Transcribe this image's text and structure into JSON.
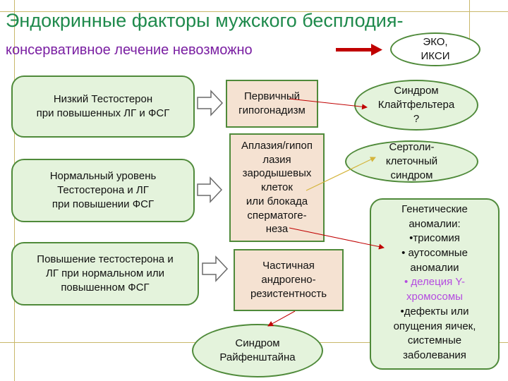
{
  "title": "Эндокринные факторы мужского бесплодия-",
  "subtitle": "консервативное лечение невозможно",
  "eko": "ЭКО,\nИКСИ",
  "left_boxes": [
    {
      "text": "Низкий Тестостерон\nпри повышенных ЛГ и ФСГ"
    },
    {
      "text": "Нормальный уровень\nТестостерона и ЛГ\nпри повышении ФСГ"
    },
    {
      "text": "Повышение тестостерона и\nЛГ при нормальном или\nповышенном ФСГ"
    }
  ],
  "mid_boxes": [
    {
      "text": "Первичный\nгипогонадизм"
    },
    {
      "text": "Аплазия/гипоп\nлазия\nзародышевых\nклеток\nили блокада\nсперматоге-\nнеза"
    },
    {
      "text": "Частичная\nандрогено-\nрезистентность"
    }
  ],
  "ovals": [
    {
      "text": "Синдром\nКлайтфельтера\n?"
    },
    {
      "text": "Сертоли-\nклеточный\nсиндром"
    },
    {
      "text": "Синдром\nРайфенштайна"
    }
  ],
  "genetic": {
    "title": "Генетические\nаномалии:",
    "items": [
      {
        "text": "•трисомия",
        "highlight": false
      },
      {
        "text": "• аутосомные\nаномалии",
        "highlight": false
      },
      {
        "text": "• делеция Y-\nхромосомы",
        "highlight": true
      },
      {
        "text": "•дефекты или\nопущения яичек,\nсистемные\nзаболевания",
        "highlight": false
      }
    ]
  },
  "colors": {
    "title": "#1f8a4c",
    "subtitle": "#7a1fa2",
    "box_fill_green": "#e4f3dc",
    "box_fill_tan": "#f5e2d2",
    "border": "#4f8a3a",
    "red_arrow": "#c00000",
    "highlight": "#b44be0",
    "connector_gold": "#d4b43a"
  }
}
